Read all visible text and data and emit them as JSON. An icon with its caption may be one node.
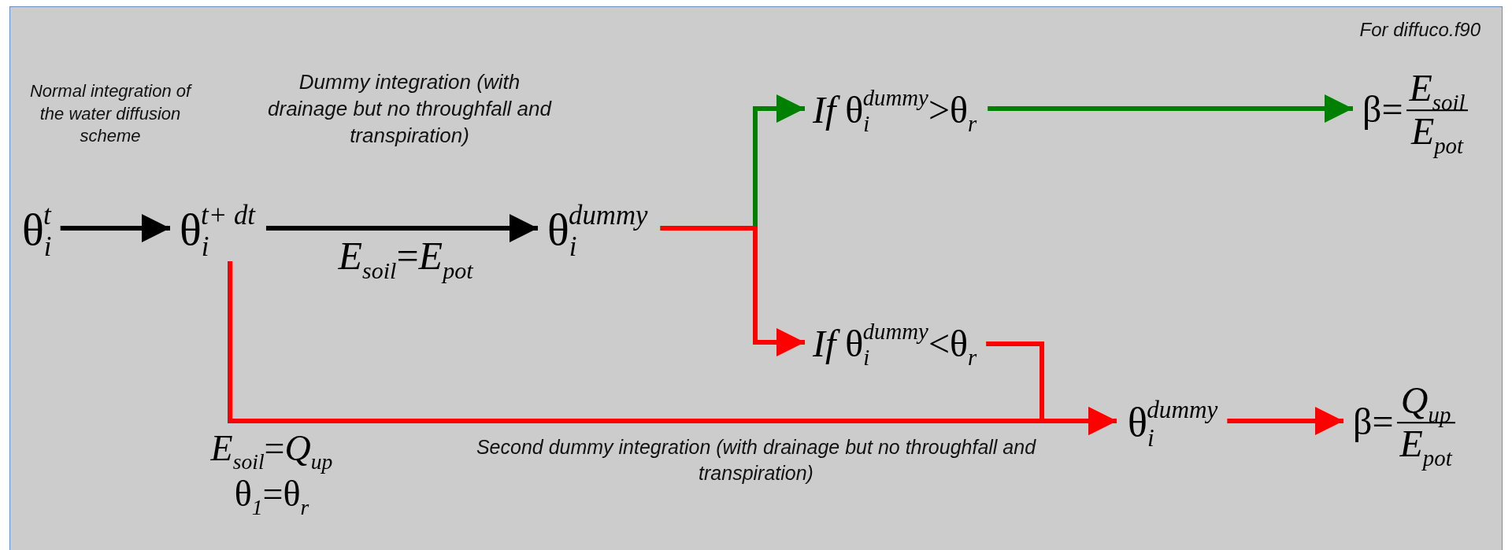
{
  "diagram": {
    "nodes": [
      {
        "text": [
          "θ$_{i}$$^{t}$"
        ]
      },
      {
        "text": [
          "θ$_{i}$$^{t+ dt}$"
        ]
      },
      {
        "text": [
          "θ$_{i}$$^{dummy}$"
        ]
      },
      {
        "text": [
          "*If* θ$_{i}$$^{dummy}$>θ$_{r}$"
        ]
      },
      {
        "text": [
          "β=",
          "*E*$_{soil}$",
          "*E*$_{pot}$"
        ]
      },
      {
        "text": [
          "*If* θ$_{i}$$^{dummy}$<θ$_{r}$"
        ]
      },
      {
        "text": [
          "θ$_{i}$$^{dummy}$"
        ]
      },
      {
        "text": [
          "β=",
          "*Q*$_{up}$",
          "*E*$_{pot}$"
        ]
      }
    ],
    "edges": [
      {
        "from": 0,
        "to": 1,
        "arrow": "to",
        "color": "#000000"
      },
      {
        "from": 1,
        "to": 2,
        "arrow": "to",
        "color": "#000000",
        "label": "*E*$_{soil}$=*E*$_{pot}$"
      },
      {
        "from": 2,
        "to": 3,
        "arrow": "to",
        "color": "#008000"
      },
      {
        "from": 2,
        "to": 5,
        "arrow": "to",
        "color": "#ff0000"
      },
      {
        "from": 3,
        "to": 4,
        "arrow": "to",
        "color": "#008000"
      },
      {
        "from": 1,
        "to": 6,
        "arrow": "to",
        "color": "#ff0000"
      },
      {
        "from": 5,
        "to": 6,
        "arrow": "to",
        "color": "#ff0000"
      },
      {
        "from": 6,
        "to": 7,
        "arrow": "to",
        "color": "#ff0000"
      }
    ],
    "labels": [
      "For diffuco.f90",
      "Normal integration of the water diffusion scheme",
      "Dummy integration (with drainage but no throughfall and transpiration)",
      "*E*$_{soil}$=*Q*$_{up}$",
      "θ$_{1}$=θ$_{r}$",
      "Second dummy integration (with drainage but no throughfall and transpiration)"
    ]
  }
}
